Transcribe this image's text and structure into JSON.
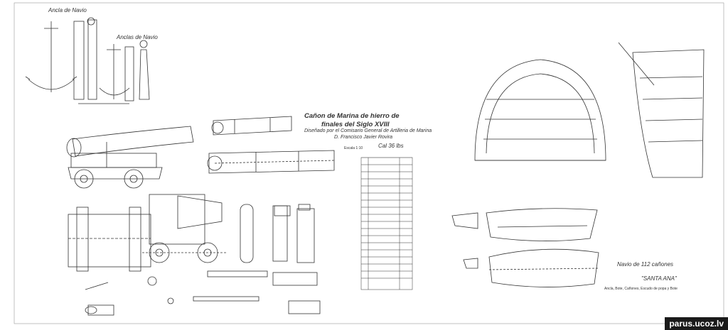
{
  "anchors": {
    "label_1": "Ancla de Navio",
    "label_2": "Anclas de Navio"
  },
  "cannon_title": {
    "line1": "Cañon de Marina de hierro de",
    "line2": "finales del Siglo XVIII",
    "line3": "Diseñado por el Comisario General de Artilleria de Marina",
    "line4": "D. Francisco Javier Rovira",
    "scale": "Escala 1:10",
    "caliber": "Cal 36 lbs"
  },
  "ship": {
    "name": "Navio de 112 cañones",
    "title": "\"SANTA ANA\"",
    "caption": "Ancla, Bote, Cañones, Escudo de popa y Bote"
  },
  "watermark": "parus.ucoz.lv"
}
